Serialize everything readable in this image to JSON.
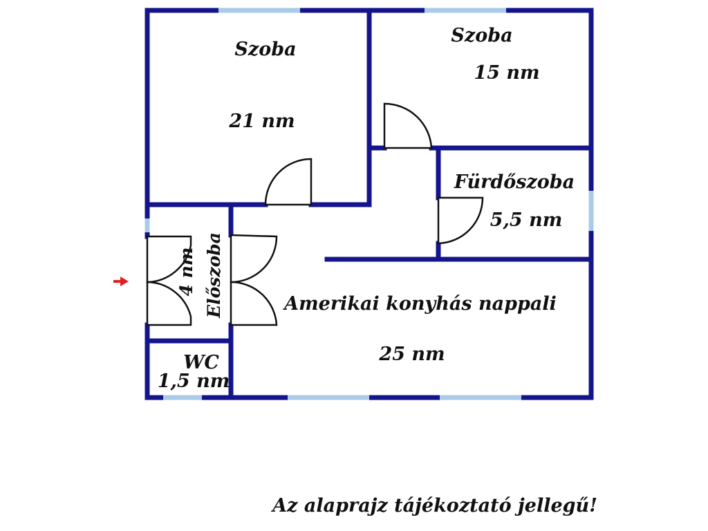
{
  "colors": {
    "wall": "#14158c",
    "window": "#a9cbe8",
    "entrance_arrow": "#e02020",
    "background": "#ffffff"
  },
  "rooms": {
    "szoba1": {
      "name": "Szoba",
      "area": "21 nm"
    },
    "szoba2": {
      "name": "Szoba",
      "area": "15 nm"
    },
    "furdo": {
      "name": "Fürdőszoba",
      "area": "5,5 nm"
    },
    "eloszoba": {
      "name": "Előszoba",
      "area": "4 nm"
    },
    "nappali": {
      "name": "Amerikai konyhás nappali",
      "area": "25 nm"
    },
    "wc": {
      "name": "WC",
      "area": "1,5 nm"
    }
  },
  "entrance_marker": "arrow-right-icon",
  "disclaimer": "Az alaprajz tájékoztató jellegű!"
}
